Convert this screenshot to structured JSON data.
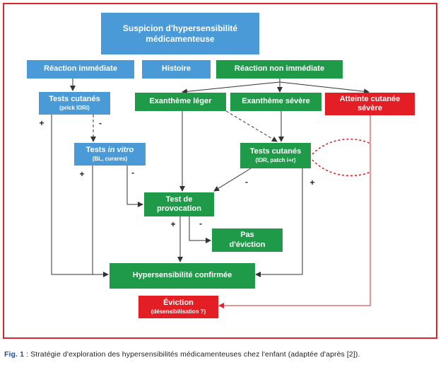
{
  "figure": {
    "nodes": {
      "suspicion": {
        "line1": "Suspicion d'hypersensibilité",
        "line2": "médicamenteuse"
      },
      "reaction_immediate": {
        "label": "Réaction immédiate"
      },
      "histoire": {
        "label": "Histoire"
      },
      "reaction_non_immediate": {
        "label": "Réaction non immédiate"
      },
      "tests_cutanes_1": {
        "label": "Tests cutanés",
        "sub": "(prick IDRi)"
      },
      "exantheme_leger": {
        "label": "Exanthème léger"
      },
      "exantheme_severe": {
        "label": "Exanthème sévère"
      },
      "atteinte_cutanee": {
        "line1": "Atteinte cutanée",
        "line2": "sévère"
      },
      "tests_in_vitro": {
        "label_a": "Tests ",
        "label_b": "in vitro",
        "sub": "(BL, curares)"
      },
      "tests_cutanes_2": {
        "label": "Tests cutanés",
        "sub": "(IDR, patch i+r)"
      },
      "test_provocation": {
        "line1": "Test de",
        "line2": "provocation"
      },
      "pas_eviction": {
        "line1": "Pas",
        "line2": "d'éviction"
      },
      "hypersensibilite": {
        "label": "Hypersensibilité confirmée"
      },
      "eviction": {
        "label": "Éviction",
        "sub": "(désensibilisation ?)"
      }
    },
    "signs": {
      "tc1_plus": "+",
      "tc1_minus": "-",
      "tiv_plus": "+",
      "tiv_minus": "-",
      "tc2_minus": "-",
      "tc2_plus": "+",
      "prov_plus": "+",
      "prov_minus": "-"
    },
    "colors": {
      "blue": "#4a9ad8",
      "green": "#1f9a48",
      "red": "#e31e24",
      "frame": "#d9272e",
      "line": "#333333"
    }
  },
  "caption": {
    "label": "Fig. 1",
    "text": " : Stratégie d'exploration des hypersensibilités médicamenteuses chez l'enfant (adaptée d'après [2])."
  }
}
